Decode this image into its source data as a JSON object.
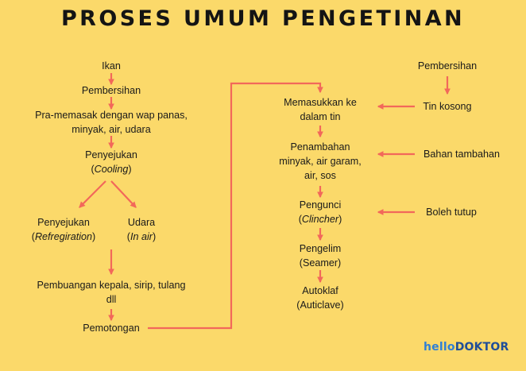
{
  "title": "PROSES UMUM PENGETINAN",
  "left_column": {
    "ikan": "Ikan",
    "pembersihan": "Pembersihan",
    "pra_memasak_1": "Pra-memasak dengan wap panas,",
    "pra_memasak_2": "minyak, air, udara",
    "penyejukan": "Penyejukan",
    "cooling": "Cooling",
    "penyejukan_refrig": "Penyejukan",
    "refrigeration": "Refregiration",
    "udara": "Udara",
    "in_air": "In air",
    "pembuangan_1": "Pembuangan kepala, sirip, tulang",
    "pembuangan_2": "dll",
    "pemotongan": "Pemotongan"
  },
  "middle_column": {
    "memasukkan_1": "Memasukkan ke",
    "memasukkan_2": "dalam tin",
    "penambahan_1": "Penambahan",
    "penambahan_2": "minyak, air garam,",
    "penambahan_3": "air, sos",
    "pengunci": "Pengunci",
    "clincher": "Clincher",
    "pengelim": "Pengelim",
    "seamer": "Seamer",
    "autoklaf": "Autoklaf",
    "auticlave": "Auticlave"
  },
  "right_column": {
    "pembersihan": "Pembersihan",
    "tin_kosong": "Tin kosong",
    "bahan_tambahan": "Bahan tambahan",
    "boleh_tutup": "Boleh tutup"
  },
  "logo": {
    "hello": "hello",
    "doktor": "DOKTOR"
  },
  "colors": {
    "background": "#fbd96a",
    "arrow": "#f2685a",
    "text": "#1a1a1a"
  }
}
